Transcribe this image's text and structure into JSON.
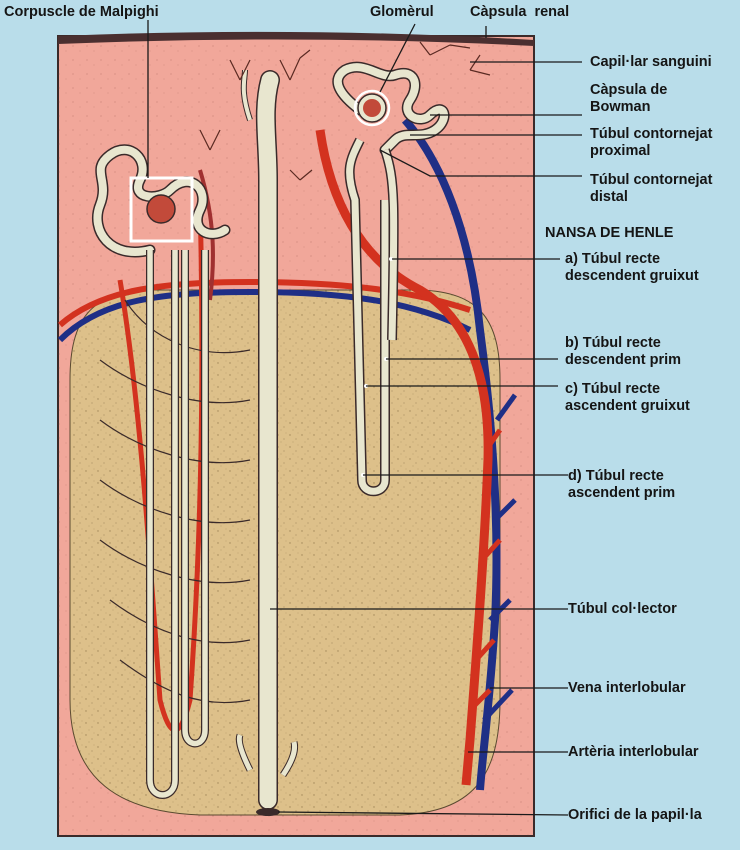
{
  "colors": {
    "background": "#b9ddea",
    "cortex": "#f1a79a",
    "medulla": "#ddc08a",
    "artery": "#d3321f",
    "vein": "#1f2f86",
    "tubule": "#e8e6cf",
    "capsule": "#3a2a2a",
    "label_text": "#151515"
  },
  "labels": {
    "corpuscle": "Corpuscle de Malpighi",
    "glomerulus": "Glomèrul",
    "renal_capsule": "Càpsula  renal",
    "blood_capillary": "Capil·lar sanguini",
    "bowman_capsule": [
      "Càpsula de",
      "Bowman"
    ],
    "proximal_tubule": [
      "Túbul contornejat",
      "proximal"
    ],
    "distal_tubule": [
      "Túbul contornejat",
      "distal"
    ],
    "loop_of_henle": "NANSA DE HENLE",
    "thick_descending": [
      "a) Túbul recte",
      "descendent gruixut"
    ],
    "thin_descending": [
      "b) Túbul recte",
      "descendent prim"
    ],
    "thick_ascending": [
      "c) Túbul recte",
      "ascendent gruixut"
    ],
    "thin_ascending": [
      "d) Túbul recte",
      "ascendent prim"
    ],
    "collecting_duct": "Túbul col·lector",
    "interlobular_vein": "Vena interlobular",
    "interlobular_artery": "Artèria interlobular",
    "papillary_orifice": "Orifici de la papil·la"
  }
}
